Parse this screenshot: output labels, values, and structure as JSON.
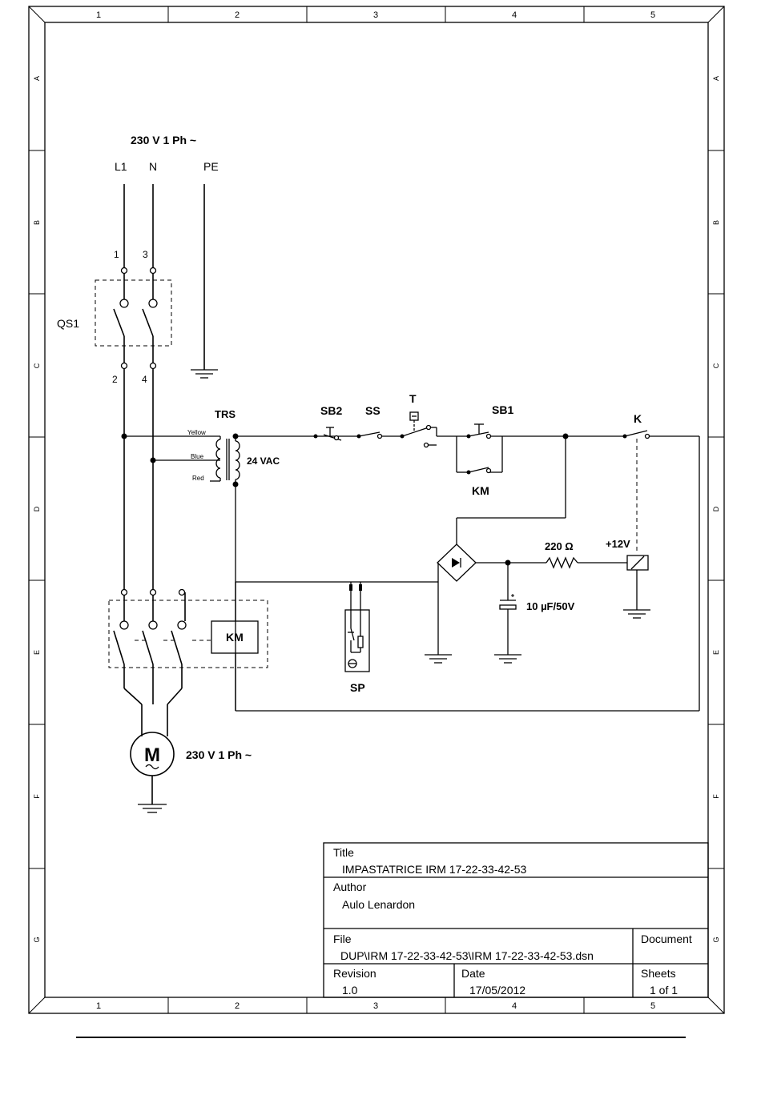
{
  "frame": {
    "columns": [
      "1",
      "2",
      "3",
      "4",
      "5"
    ],
    "rows": [
      "A",
      "B",
      "C",
      "D",
      "E",
      "F",
      "G"
    ]
  },
  "labels": {
    "supply": "230 V 1 Ph ~",
    "l1": "L1",
    "n": "N",
    "pe": "PE",
    "qs1": "QS1",
    "term1": "1",
    "term3": "3",
    "term2": "2",
    "term4": "4",
    "trs": "TRS",
    "yellow": "Yellow",
    "blue": "Blue",
    "red": "Red",
    "vac": "24 VAC",
    "sb2": "SB2",
    "ss": "SS",
    "t": "T",
    "sb1": "SB1",
    "k": "K",
    "km_contact": "KM",
    "km_coil": "KM",
    "resistor": "220 Ω",
    "v12": "+12V",
    "capacitor": "10 µF/50V",
    "sp": "SP",
    "motor": "M",
    "motor_supply": "230 V 1 Ph ~"
  },
  "title_block": {
    "title_label": "Title",
    "title": "IMPASTATRICE IRM 17-22-33-42-53",
    "author_label": "Author",
    "author": "Aulo Lenardon",
    "file_label": "File",
    "file": "DUP\\IRM 17-22-33-42-53\\IRM 17-22-33-42-53.dsn",
    "document_label": "Document",
    "revision_label": "Revision",
    "revision": "1.0",
    "date_label": "Date",
    "date": "17/05/2012",
    "sheets_label": "Sheets",
    "sheets": "1 of 1"
  }
}
